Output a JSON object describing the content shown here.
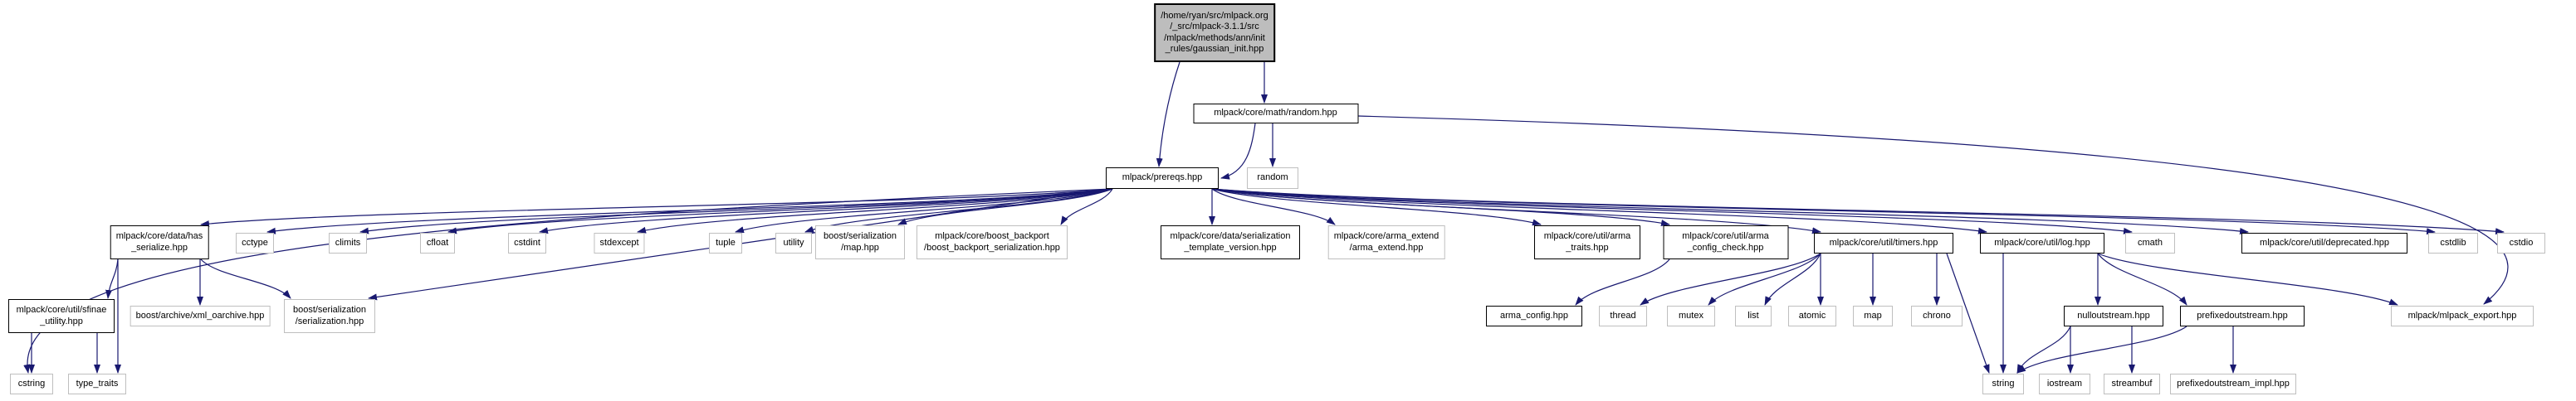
{
  "diagram": {
    "type": "include-dependency-graph",
    "colors": {
      "edge": "#191970",
      "node_border": "#000000",
      "leaf_border": "#bfbfbf",
      "main_fill": "#bdbdbd",
      "background": "#ffffff"
    },
    "nodes": [
      {
        "id": "gaussian",
        "kind": "main",
        "label": "/home/ryan/src/mlpack.org\n/_src/mlpack-3.1.1/src\n/mlpack/methods/ann/init\n_rules/gaussian_init.hpp"
      },
      {
        "id": "random_hpp",
        "kind": "internal",
        "label": "mlpack/core/math/random.hpp"
      },
      {
        "id": "prereqs",
        "kind": "internal",
        "label": "mlpack/prereqs.hpp"
      },
      {
        "id": "random",
        "kind": "leaf",
        "label": "random"
      },
      {
        "id": "has_serialize",
        "kind": "internal",
        "label": "mlpack/core/data/has\n_serialize.hpp"
      },
      {
        "id": "cctype",
        "kind": "leaf",
        "label": "cctype"
      },
      {
        "id": "climits",
        "kind": "leaf",
        "label": "climits"
      },
      {
        "id": "cfloat",
        "kind": "leaf",
        "label": "cfloat"
      },
      {
        "id": "cstdint",
        "kind": "leaf",
        "label": "cstdint"
      },
      {
        "id": "stdexcept",
        "kind": "leaf",
        "label": "stdexcept"
      },
      {
        "id": "tuple",
        "kind": "leaf",
        "label": "tuple"
      },
      {
        "id": "utility",
        "kind": "leaf",
        "label": "utility"
      },
      {
        "id": "boost_map",
        "kind": "leaf",
        "label": "boost/serialization\n/map.hpp"
      },
      {
        "id": "backport",
        "kind": "leaf",
        "label": "mlpack/core/boost_backport\n/boost_backport_serialization.hpp"
      },
      {
        "id": "serial_template",
        "kind": "internal",
        "label": "mlpack/core/data/serialization\n_template_version.hpp"
      },
      {
        "id": "arma_extend",
        "kind": "leaf",
        "label": "mlpack/core/arma_extend\n/arma_extend.hpp"
      },
      {
        "id": "arma_traits",
        "kind": "internal",
        "label": "mlpack/core/util/arma\n_traits.hpp"
      },
      {
        "id": "arma_config_check",
        "kind": "internal",
        "label": "mlpack/core/util/arma\n_config_check.hpp"
      },
      {
        "id": "timers",
        "kind": "internal",
        "label": "mlpack/core/util/timers.hpp"
      },
      {
        "id": "log",
        "kind": "internal",
        "label": "mlpack/core/util/log.hpp"
      },
      {
        "id": "cmath",
        "kind": "leaf",
        "label": "cmath"
      },
      {
        "id": "deprecated",
        "kind": "internal",
        "label": "mlpack/core/util/deprecated.hpp"
      },
      {
        "id": "cstdlib",
        "kind": "leaf",
        "label": "cstdlib"
      },
      {
        "id": "cstdio",
        "kind": "leaf",
        "label": "cstdio"
      },
      {
        "id": "sfinae",
        "kind": "internal",
        "label": "mlpack/core/util/sfinae\n_utility.hpp"
      },
      {
        "id": "xml_oarchive",
        "kind": "leaf",
        "label": "boost/archive/xml_oarchive.hpp"
      },
      {
        "id": "boost_serial",
        "kind": "leaf",
        "label": "boost/serialization\n/serialization.hpp"
      },
      {
        "id": "arma_config",
        "kind": "internal",
        "label": "arma_config.hpp"
      },
      {
        "id": "thread",
        "kind": "leaf",
        "label": "thread"
      },
      {
        "id": "mutex",
        "kind": "leaf",
        "label": "mutex"
      },
      {
        "id": "list",
        "kind": "leaf",
        "label": "list"
      },
      {
        "id": "atomic",
        "kind": "leaf",
        "label": "atomic"
      },
      {
        "id": "map",
        "kind": "leaf",
        "label": "map"
      },
      {
        "id": "chrono",
        "kind": "leaf",
        "label": "chrono"
      },
      {
        "id": "nulloutstream",
        "kind": "internal",
        "label": "nulloutstream.hpp"
      },
      {
        "id": "prefixedoutstream",
        "kind": "internal",
        "label": "prefixedoutstream.hpp"
      },
      {
        "id": "mlpack_export",
        "kind": "leaf",
        "label": "mlpack/mlpack_export.hpp"
      },
      {
        "id": "cstring",
        "kind": "leaf",
        "label": "cstring"
      },
      {
        "id": "type_traits",
        "kind": "leaf",
        "label": "type_traits"
      },
      {
        "id": "string",
        "kind": "leaf",
        "label": "string"
      },
      {
        "id": "iostream",
        "kind": "leaf",
        "label": "iostream"
      },
      {
        "id": "streambuf",
        "kind": "leaf",
        "label": "streambuf"
      },
      {
        "id": "impl",
        "kind": "leaf",
        "label": "prefixedoutstream_impl.hpp"
      }
    ],
    "edges": [
      {
        "from": "gaussian",
        "to": "prereqs"
      },
      {
        "from": "gaussian",
        "to": "random_hpp"
      },
      {
        "from": "random_hpp",
        "to": "prereqs"
      },
      {
        "from": "random_hpp",
        "to": "random"
      },
      {
        "from": "random_hpp",
        "to": "mlpack_export"
      },
      {
        "from": "prereqs",
        "to": "cstring"
      },
      {
        "from": "prereqs",
        "to": "has_serialize"
      },
      {
        "from": "prereqs",
        "to": "cctype"
      },
      {
        "from": "prereqs",
        "to": "climits"
      },
      {
        "from": "prereqs",
        "to": "cfloat"
      },
      {
        "from": "prereqs",
        "to": "cstdint"
      },
      {
        "from": "prereqs",
        "to": "stdexcept"
      },
      {
        "from": "prereqs",
        "to": "tuple"
      },
      {
        "from": "prereqs",
        "to": "utility"
      },
      {
        "from": "prereqs",
        "to": "boost_map"
      },
      {
        "from": "prereqs",
        "to": "backport"
      },
      {
        "from": "prereqs",
        "to": "serial_template"
      },
      {
        "from": "prereqs",
        "to": "arma_extend"
      },
      {
        "from": "prereqs",
        "to": "arma_traits"
      },
      {
        "from": "prereqs",
        "to": "arma_config_check"
      },
      {
        "from": "prereqs",
        "to": "timers"
      },
      {
        "from": "prereqs",
        "to": "log"
      },
      {
        "from": "prereqs",
        "to": "cmath"
      },
      {
        "from": "prereqs",
        "to": "deprecated"
      },
      {
        "from": "prereqs",
        "to": "cstdlib"
      },
      {
        "from": "prereqs",
        "to": "cstdio"
      },
      {
        "from": "prereqs",
        "to": "boost_serial"
      },
      {
        "from": "has_serialize",
        "to": "sfinae"
      },
      {
        "from": "has_serialize",
        "to": "xml_oarchive"
      },
      {
        "from": "has_serialize",
        "to": "boost_serial"
      },
      {
        "from": "has_serialize",
        "to": "type_traits"
      },
      {
        "from": "sfinae",
        "to": "cstring"
      },
      {
        "from": "sfinae",
        "to": "type_traits"
      },
      {
        "from": "arma_config_check",
        "to": "arma_config"
      },
      {
        "from": "timers",
        "to": "thread"
      },
      {
        "from": "timers",
        "to": "mutex"
      },
      {
        "from": "timers",
        "to": "list"
      },
      {
        "from": "timers",
        "to": "atomic"
      },
      {
        "from": "timers",
        "to": "map"
      },
      {
        "from": "timers",
        "to": "chrono"
      },
      {
        "from": "timers",
        "to": "string"
      },
      {
        "from": "log",
        "to": "string"
      },
      {
        "from": "log",
        "to": "nulloutstream"
      },
      {
        "from": "log",
        "to": "prefixedoutstream"
      },
      {
        "from": "log",
        "to": "mlpack_export"
      },
      {
        "from": "nulloutstream",
        "to": "string"
      },
      {
        "from": "nulloutstream",
        "to": "iostream"
      },
      {
        "from": "nulloutstream",
        "to": "streambuf"
      },
      {
        "from": "prefixedoutstream",
        "to": "string"
      },
      {
        "from": "prefixedoutstream",
        "to": "impl"
      }
    ]
  }
}
